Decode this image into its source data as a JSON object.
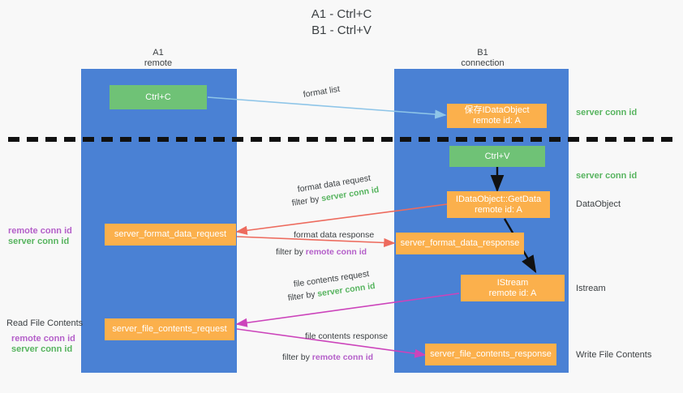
{
  "title": {
    "line1": "A1 - Ctrl+C",
    "line2": "B1 - Ctrl+V"
  },
  "colors": {
    "lane": "#4a81d4",
    "green_box": "#6fc276",
    "orange_box": "#fbb04c",
    "green_text": "#57b45f",
    "purple_text": "#b45fc9",
    "red_arrow": "#ed6b5e",
    "blue_arrow": "#8ec5e8",
    "magenta_arrow": "#cc44bb",
    "black_arrow": "#1a1a1a",
    "background": "#f8f8f8"
  },
  "columns": [
    {
      "name": "A1",
      "sub": "remote"
    },
    {
      "name": "B1",
      "sub": "connection"
    }
  ],
  "boxes": {
    "ctrl_c": "Ctrl+C",
    "ctrl_v": "Ctrl+V",
    "idataobject_l1": "保存IDataObject",
    "idataobject_l2": "remote id: A",
    "getdata_l1": "IDataObject::GetData",
    "getdata_l2": "remote id: A",
    "istream_l1": "IStream",
    "istream_l2": "remote id: A",
    "server_format_data_request": "server_format_data_request",
    "server_format_data_response": "server_format_data_response",
    "server_file_contents_request": "server_file_contents_request",
    "server_file_contents_response": "server_file_contents_response"
  },
  "arrow_labels": {
    "format_list": "format list",
    "format_data_request": "format data request",
    "format_data_request_filter_prefix": "filter by ",
    "format_data_request_filter_value": "server conn id",
    "format_data_response": "format data response",
    "format_data_response_filter_prefix": "filter by ",
    "format_data_response_filter_value": "remote conn id",
    "file_contents_request": "file contents request",
    "file_contents_request_filter_prefix": "filter by ",
    "file_contents_request_filter_value": "server conn id",
    "file_contents_response": "file contents response",
    "file_contents_response_filter_prefix": "filter by ",
    "file_contents_response_filter_value": "remote conn id"
  },
  "right_labels": {
    "server_conn_id_top": "server conn id",
    "server_conn_id_mid": "server conn id",
    "dataobject": "DataObject",
    "istream": "Istream",
    "write_file_contents": "Write File Contents"
  },
  "left_labels": {
    "remote_conn_id_upper": "remote conn id",
    "server_conn_id_upper": "server conn id",
    "read_file_contents": "Read File Contents",
    "remote_conn_id_lower": "remote conn id",
    "server_conn_id_lower": "server conn id"
  }
}
